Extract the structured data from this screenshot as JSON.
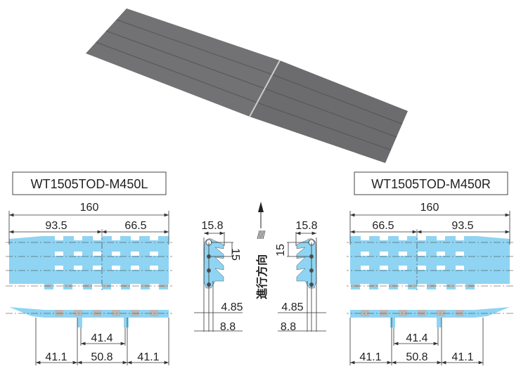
{
  "models": {
    "left": "WT1505TOD-M450L",
    "right": "WT1505TOD-M450R"
  },
  "dimensions": {
    "total_width": "160",
    "left_part_L": "93.5",
    "right_part_L": "66.5",
    "left_part_R": "66.5",
    "right_part_R": "93.5",
    "outer_left": "41.1",
    "center": "50.8",
    "outer_right": "41.1",
    "guide_gap": "41.4",
    "thickness": "15.8",
    "pitch": "15",
    "pin_offset": "4.85",
    "profile_offset": "8.8"
  },
  "direction_label": "進行方向",
  "colors": {
    "belt_blue": "#8fd4f2",
    "belt_gray": "#6f6f72",
    "pin_gray": "#b8b8b8"
  }
}
